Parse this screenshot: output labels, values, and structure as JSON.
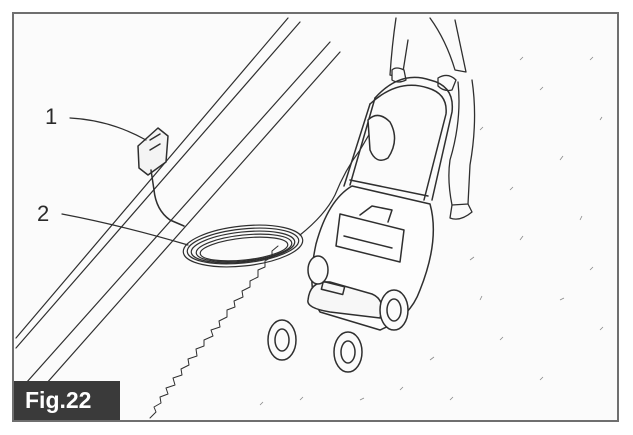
{
  "figure": {
    "label": "Fig.22",
    "callouts": [
      {
        "number": "1"
      },
      {
        "number": "2"
      }
    ]
  },
  "colors": {
    "line": "#2f2f2f",
    "figure_label_background": "#3a3a3a",
    "figure_label_text": "#ffffff"
  }
}
